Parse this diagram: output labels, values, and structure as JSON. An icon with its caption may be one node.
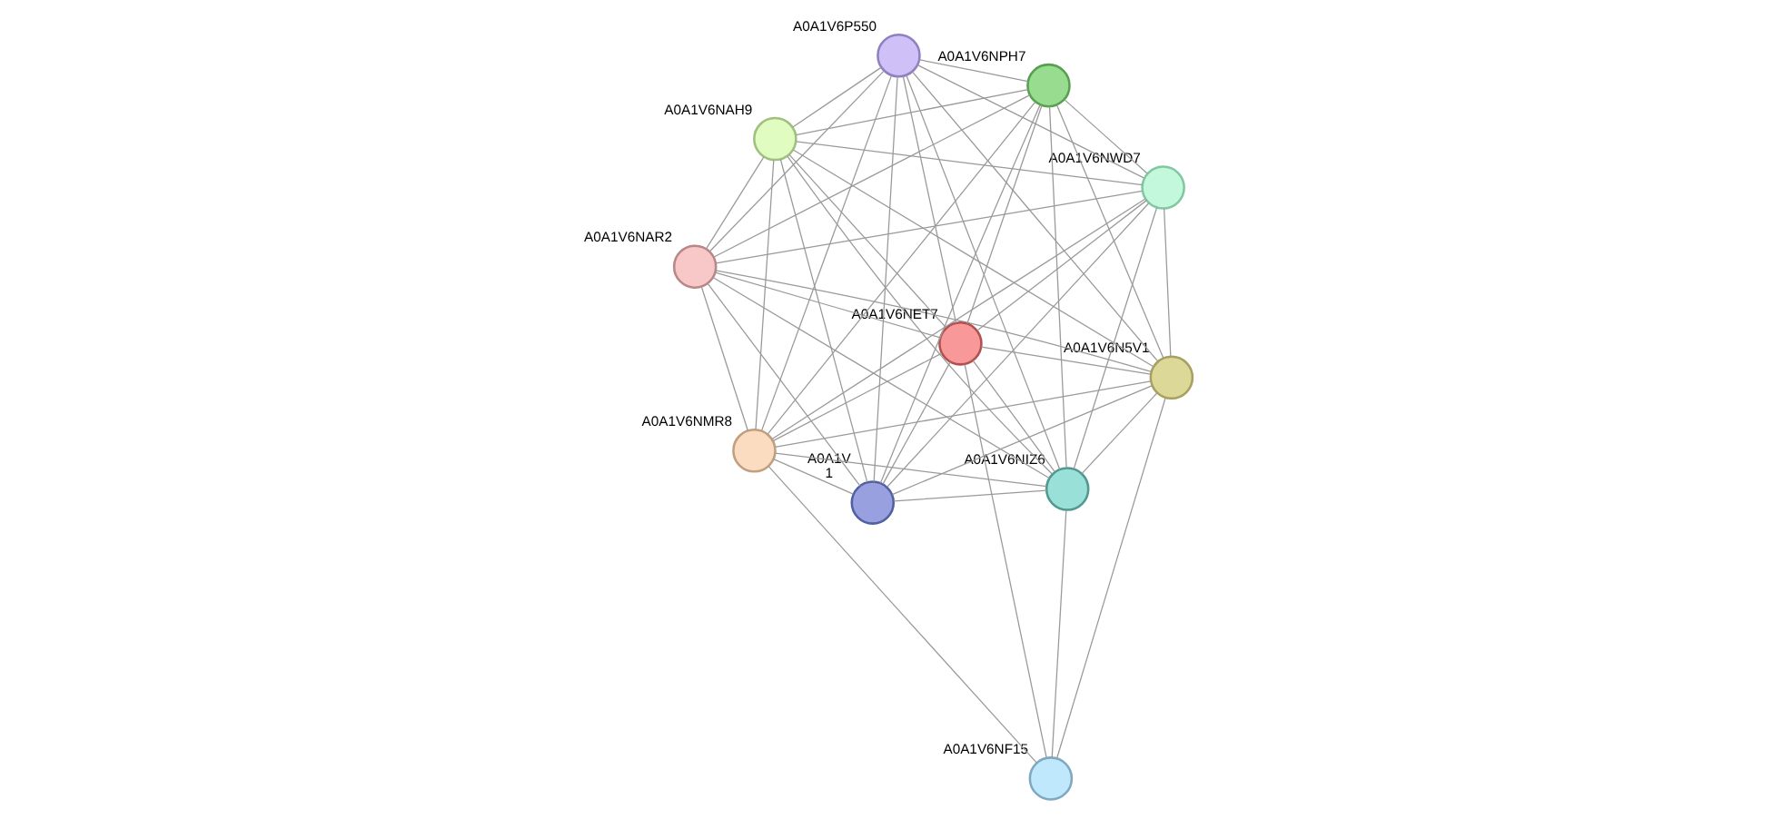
{
  "diagram": {
    "nodes": [
      {
        "text": [
          "A0A1V6NAR2"
        ]
      },
      {
        "text": [
          "A0A1V6NWD7"
        ]
      },
      {
        "text": [],
        "shape": "circle",
        "beside": [
          "A0A1V",
          "1"
        ]
      },
      {
        "text": [
          "A0A1V6P550"
        ]
      },
      {
        "text": [
          "A0A1V6NPH7"
        ]
      },
      {
        "text": [
          "A0A1V6NAH9"
        ]
      },
      {
        "text": [
          "A0A1V6NMR8"
        ]
      },
      {
        "text": [
          "A0A1V6N5V1"
        ]
      },
      {
        "text": [
          "A0A1V6NET7"
        ]
      },
      {
        "text": [
          "A0A1V6NIZ6"
        ]
      },
      {
        "text": [
          "A0A1V6NF15"
        ]
      }
    ],
    "edges": [
      {
        "from": 0,
        "to": 1,
        "arrow": "none"
      },
      {
        "from": 0,
        "to": 2,
        "arrow": "none"
      },
      {
        "from": 0,
        "to": 3,
        "arrow": "none"
      },
      {
        "from": 0,
        "to": 4,
        "arrow": "none"
      },
      {
        "from": 0,
        "to": 5,
        "arrow": "none"
      },
      {
        "from": 0,
        "to": 6,
        "arrow": "none"
      },
      {
        "from": 0,
        "to": 7,
        "arrow": "none"
      },
      {
        "from": 0,
        "to": 8,
        "arrow": "none"
      },
      {
        "from": 0,
        "to": 9,
        "arrow": "none"
      },
      {
        "from": 1,
        "to": 2,
        "arrow": "none"
      },
      {
        "from": 1,
        "to": 3,
        "arrow": "none"
      },
      {
        "from": 1,
        "to": 4,
        "arrow": "none"
      },
      {
        "from": 1,
        "to": 5,
        "arrow": "none"
      },
      {
        "from": 1,
        "to": 6,
        "arrow": "none"
      },
      {
        "from": 1,
        "to": 7,
        "arrow": "none"
      },
      {
        "from": 1,
        "to": 8,
        "arrow": "none"
      },
      {
        "from": 1,
        "to": 9,
        "arrow": "none"
      },
      {
        "from": 2,
        "to": 3,
        "arrow": "none"
      },
      {
        "from": 2,
        "to": 4,
        "arrow": "none"
      },
      {
        "from": 2,
        "to": 5,
        "arrow": "none"
      },
      {
        "from": 2,
        "to": 6,
        "arrow": "none"
      },
      {
        "from": 2,
        "to": 7,
        "arrow": "none"
      },
      {
        "from": 2,
        "to": 8,
        "arrow": "none"
      },
      {
        "from": 2,
        "to": 9,
        "arrow": "none"
      },
      {
        "from": 3,
        "to": 4,
        "arrow": "none"
      },
      {
        "from": 3,
        "to": 5,
        "arrow": "none"
      },
      {
        "from": 3,
        "to": 6,
        "arrow": "none"
      },
      {
        "from": 3,
        "to": 7,
        "arrow": "none"
      },
      {
        "from": 3,
        "to": 8,
        "arrow": "none"
      },
      {
        "from": 3,
        "to": 9,
        "arrow": "none"
      },
      {
        "from": 4,
        "to": 5,
        "arrow": "none"
      },
      {
        "from": 4,
        "to": 6,
        "arrow": "none"
      },
      {
        "from": 4,
        "to": 7,
        "arrow": "none"
      },
      {
        "from": 4,
        "to": 8,
        "arrow": "none"
      },
      {
        "from": 4,
        "to": 9,
        "arrow": "none"
      },
      {
        "from": 5,
        "to": 6,
        "arrow": "none"
      },
      {
        "from": 5,
        "to": 7,
        "arrow": "none"
      },
      {
        "from": 5,
        "to": 8,
        "arrow": "none"
      },
      {
        "from": 5,
        "to": 9,
        "arrow": "none"
      },
      {
        "from": 6,
        "to": 7,
        "arrow": "none"
      },
      {
        "from": 6,
        "to": 8,
        "arrow": "none"
      },
      {
        "from": 6,
        "to": 9,
        "arrow": "none"
      },
      {
        "from": 7,
        "to": 8,
        "arrow": "none"
      },
      {
        "from": 7,
        "to": 9,
        "arrow": "none"
      },
      {
        "from": 8,
        "to": 9,
        "arrow": "none"
      },
      {
        "from": 8,
        "to": 10,
        "arrow": "none"
      },
      {
        "from": 6,
        "to": 10,
        "arrow": "none"
      },
      {
        "from": 9,
        "to": 10,
        "arrow": "none"
      },
      {
        "from": 7,
        "to": 10,
        "arrow": "none"
      }
    ]
  }
}
